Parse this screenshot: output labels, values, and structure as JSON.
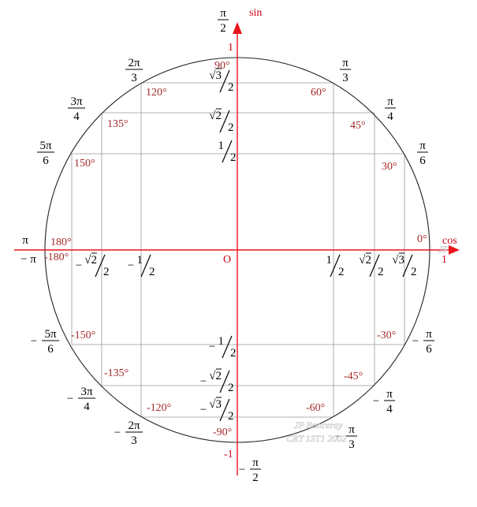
{
  "axes": {
    "cos_label": "cos",
    "sin_label": "sin",
    "origin_label": "O",
    "one_right": "1",
    "one_top": "1",
    "minus_one_bottom": "-1"
  },
  "special_values": [
    {
      "id": "half",
      "text": "1/2"
    },
    {
      "id": "sqrt2over2",
      "text": "√2/2"
    },
    {
      "id": "sqrt3over2",
      "text": "√3/2"
    },
    {
      "id": "neg-half",
      "text": "− 1/2"
    },
    {
      "id": "neg-sqrt2over2",
      "text": "− √2/2"
    },
    {
      "id": "neg-sqrt3over2",
      "text": "− √3/2"
    }
  ],
  "angles": [
    {
      "deg_label": "0°",
      "rad_label": ""
    },
    {
      "deg_label": "30°",
      "rad_label": "π/6"
    },
    {
      "deg_label": "45°",
      "rad_label": "π/4"
    },
    {
      "deg_label": "60°",
      "rad_label": "π/3"
    },
    {
      "deg_label": "90°",
      "rad_label": "π/2"
    },
    {
      "deg_label": "120°",
      "rad_label": "2π/3"
    },
    {
      "deg_label": "135°",
      "rad_label": "3π/4"
    },
    {
      "deg_label": "150°",
      "rad_label": "5π/6"
    },
    {
      "deg_label": "180°",
      "rad_label": "π"
    },
    {
      "deg_label": "-180°",
      "rad_label": "− π"
    },
    {
      "deg_label": "-150°",
      "rad_label": "− 5π/6"
    },
    {
      "deg_label": "-135°",
      "rad_label": "− 3π/4"
    },
    {
      "deg_label": "-120°",
      "rad_label": "− 2π/3"
    },
    {
      "deg_label": "-90°",
      "rad_label": "− π/2"
    },
    {
      "deg_label": "-60°",
      "rad_label": "− π/3"
    },
    {
      "deg_label": "-45°",
      "rad_label": "− π/4"
    },
    {
      "deg_label": "-30°",
      "rad_label": "− π/6"
    }
  ],
  "watermark": {
    "line1": "JP Ronceray",
    "line2": "CRT 1ST1 2002",
    "small": "JP"
  }
}
